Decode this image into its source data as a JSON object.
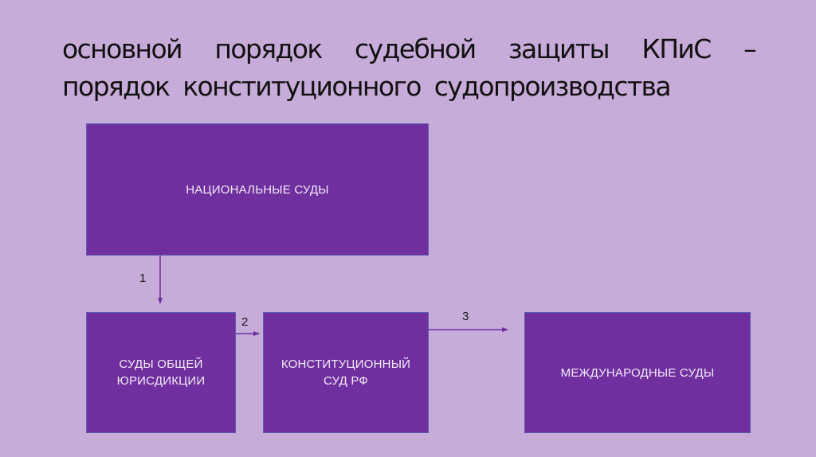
{
  "slide": {
    "title_line1": "основной порядок судебной защиты КПиС –",
    "title_line2": "порядок конституционного судопроизводства",
    "background_color": "#c7acd9",
    "box_color": "#6f2f9e",
    "arrow_color": "#6f2f9e"
  },
  "diagram": {
    "nodes": [
      {
        "id": "national",
        "label": "НАЦИОНАЛЬНЫЕ СУДЫ"
      },
      {
        "id": "general",
        "label": "СУДЫ ОБЩЕЙ\nЮРИСДИКЦИИ"
      },
      {
        "id": "constitutional",
        "label": "КОНСТИТУЦИОННЫЙ\nСУД РФ"
      },
      {
        "id": "international",
        "label": "МЕЖДУНАРОДНЫЕ СУДЫ"
      }
    ],
    "edges": [
      {
        "from": "national",
        "to": "general",
        "label": "1"
      },
      {
        "from": "general",
        "to": "constitutional",
        "label": "2"
      },
      {
        "from": "constitutional",
        "to": "international",
        "label": "3"
      }
    ]
  }
}
